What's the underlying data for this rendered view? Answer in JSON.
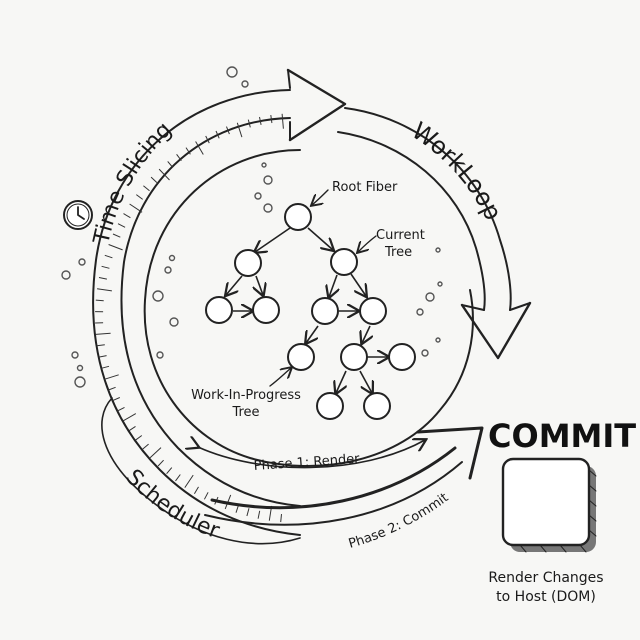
{
  "labels": {
    "time_slicing": "Time Slicing",
    "work_loop": "WorkLoop",
    "scheduler": "Scheduler",
    "commit": "COMMIT",
    "root_fiber": "Root Fiber",
    "current_tree": [
      "Current",
      "Tree"
    ],
    "wip_tree": [
      "Work-In-Progress",
      "Tree"
    ],
    "phase1": "Phase 1: Render",
    "phase2": "Phase 2: Commit",
    "render_changes": [
      "Render Changes",
      "to Host (DOM)"
    ]
  },
  "icons": [
    "clock-icon",
    "host-dom-box-icon"
  ],
  "colors": {
    "ink": "#1a1a1a",
    "background": "#f7f7f5"
  }
}
